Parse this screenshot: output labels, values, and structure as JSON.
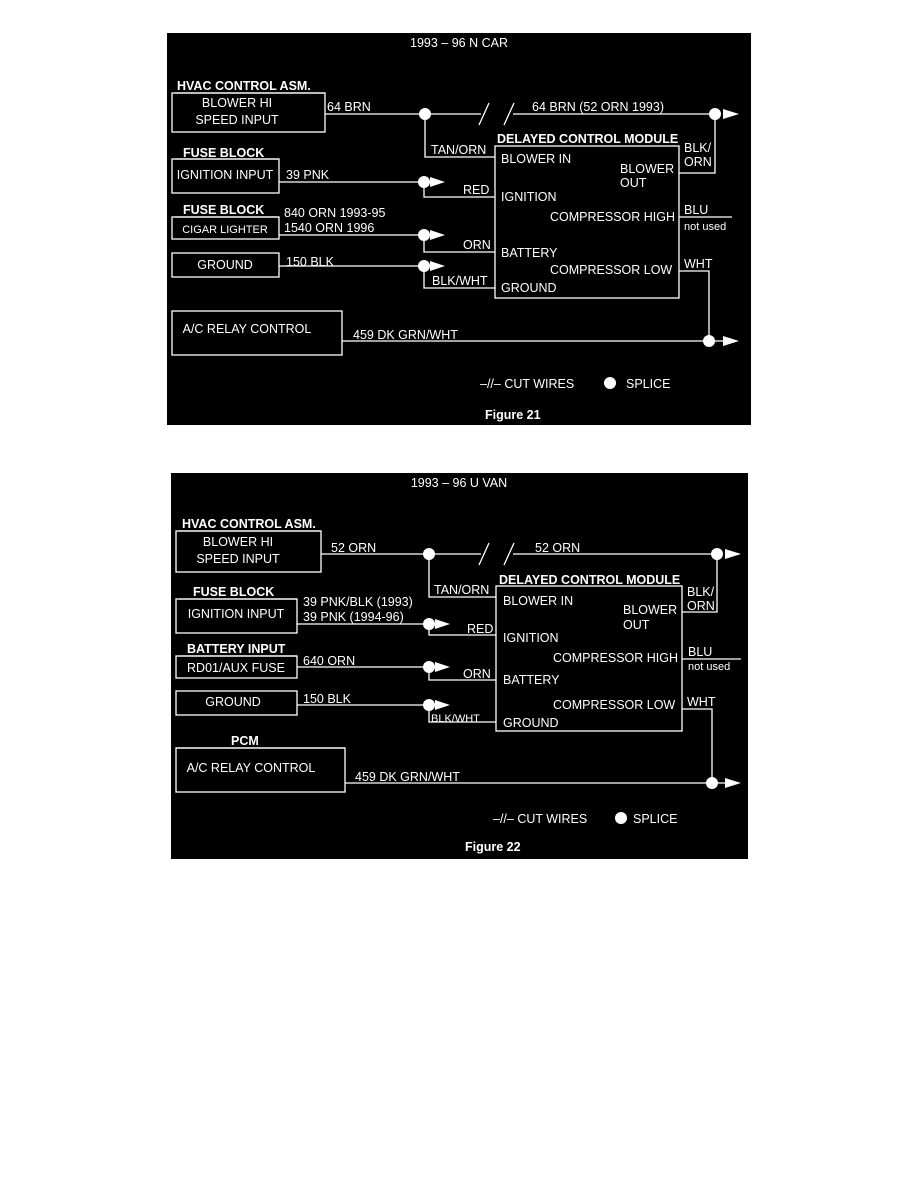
{
  "figures": [
    {
      "header": "1993 – 96  N CAR",
      "caption": "Figure 21",
      "hvac_title": "HVAC CONTROL ASM.",
      "hvac_box": [
        "BLOWER HI",
        "SPEED INPUT"
      ],
      "hvac_wire": "64 BRN",
      "hvac_wire_right": "64 BRN (52 ORN 1993)",
      "fuse1_title": "FUSE BLOCK",
      "fuse1_box": "IGNITION INPUT",
      "fuse1_wire_a": "39 PNK",
      "fuse1_wire_b": "",
      "fuse2_title": "FUSE BLOCK",
      "fuse2_box": "CIGAR LIGHTER",
      "fuse2_wire_a": "840 ORN 1993-95",
      "fuse2_wire_b": "1540 ORN 1996",
      "ground_box": "GROUND",
      "ground_wire": "150 BLK",
      "pcm_title": "",
      "ac_box": "A/C RELAY CONTROL",
      "ac_wire": "459  DK GRN/WHT",
      "module_title": "DELAYED CONTROL MODULE",
      "pins": {
        "blower_in": "BLOWER IN",
        "ignition": "IGNITION",
        "battery": "BATTERY",
        "ground": "GROUND",
        "blower_out": [
          "BLOWER",
          "OUT"
        ],
        "comp_high": "COMPRESSOR HIGH",
        "comp_low": "COMPRESSOR LOW"
      },
      "wire_colors": {
        "tan_orn": "TAN/ORN",
        "red": "RED",
        "orn": "ORN",
        "blk_wht": "BLK/WHT",
        "blk_orn": [
          "BLK/",
          "ORN"
        ],
        "blu": "BLU",
        "not_used": "not used",
        "wht": "WHT"
      },
      "legend": {
        "cut": "–//– CUT WIRES",
        "splice": "SPLICE"
      }
    },
    {
      "header": "1993 – 96  U VAN",
      "caption": "Figure 22",
      "hvac_title": "HVAC CONTROL ASM.",
      "hvac_box": [
        "BLOWER HI",
        "SPEED INPUT"
      ],
      "hvac_wire": "52 ORN",
      "hvac_wire_right": "52 ORN",
      "fuse1_title": "FUSE BLOCK",
      "fuse1_box": "IGNITION INPUT",
      "fuse1_wire_a": "39 PNK/BLK (1993)",
      "fuse1_wire_b": "39 PNK (1994-96)",
      "fuse2_title": "BATTERY INPUT",
      "fuse2_box": "RD01/AUX FUSE",
      "fuse2_wire_a": "",
      "fuse2_wire_b": "640 ORN",
      "ground_box": "GROUND",
      "ground_wire": "150 BLK",
      "pcm_title": "PCM",
      "ac_box": "A/C RELAY CONTROL",
      "ac_wire": "459 DK GRN/WHT",
      "module_title": "DELAYED CONTROL MODULE",
      "pins": {
        "blower_in": "BLOWER IN",
        "ignition": "IGNITION",
        "battery": "BATTERY",
        "ground": "GROUND",
        "blower_out": [
          "BLOWER",
          "OUT"
        ],
        "comp_high": "COMPRESSOR HIGH",
        "comp_low": "COMPRESSOR LOW"
      },
      "wire_colors": {
        "tan_orn": "TAN/ORN",
        "red": "RED",
        "orn": "ORN",
        "blk_wht": "BLK/WHT",
        "blk_orn": [
          "BLK/",
          "ORN"
        ],
        "blu": "BLU",
        "not_used": "not used",
        "wht": "WHT"
      },
      "legend": {
        "cut": "–//– CUT WIRES",
        "splice": "SPLICE"
      }
    }
  ]
}
